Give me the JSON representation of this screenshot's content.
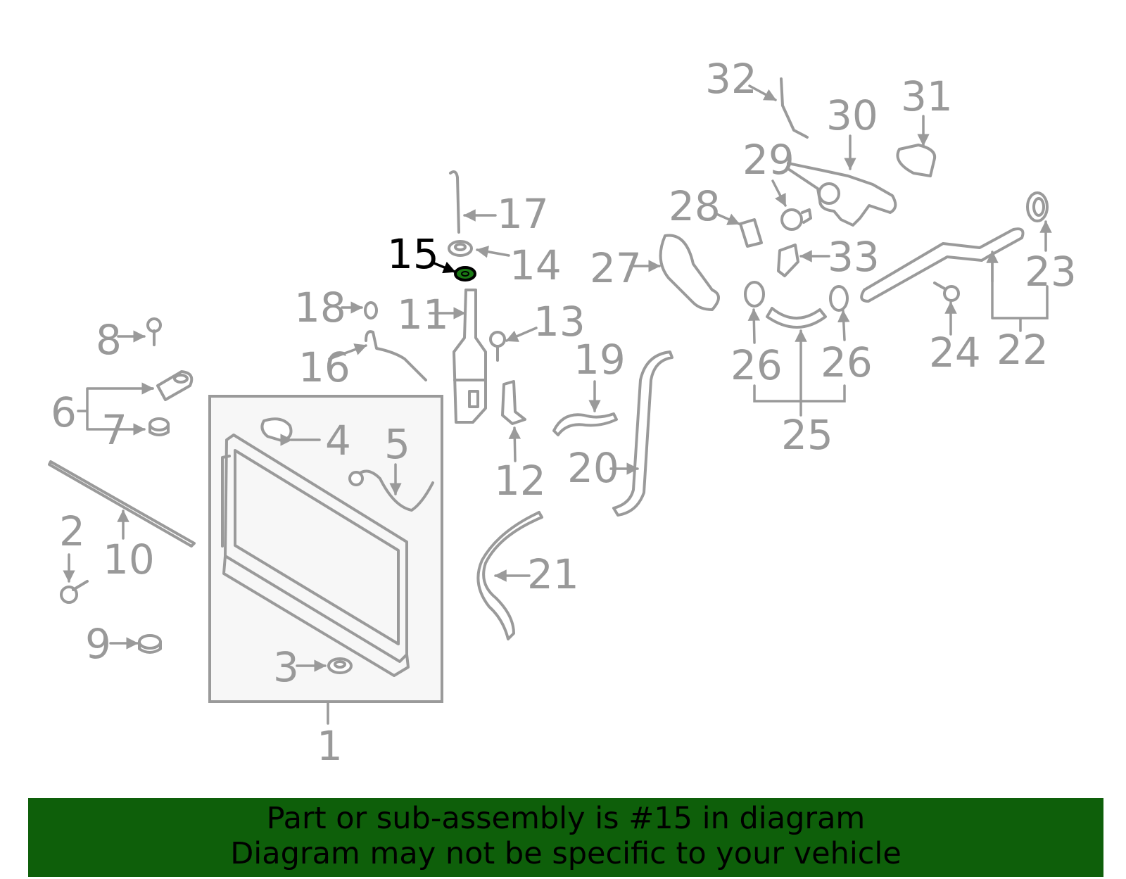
{
  "highlight_part": "15",
  "colors": {
    "part_line": "#9a9a9a",
    "highlight_fill": "#1a7a14",
    "banner_bg": "#0e5f0a",
    "callout_text": "#999999",
    "highlight_text": "#000000"
  },
  "callouts": {
    "c1": "1",
    "c2": "2",
    "c3": "3",
    "c4": "4",
    "c5": "5",
    "c6": "6",
    "c7": "7",
    "c8": "8",
    "c9": "9",
    "c10": "10",
    "c11": "11",
    "c12": "12",
    "c13": "13",
    "c14": "14",
    "c15": "15",
    "c16": "16",
    "c17": "17",
    "c18": "18",
    "c19": "19",
    "c20": "20",
    "c21": "21",
    "c22": "22",
    "c23": "23",
    "c24": "24",
    "c25": "25",
    "c26a": "26",
    "c26b": "26",
    "c27": "27",
    "c28": "28",
    "c29": "29",
    "c30": "30",
    "c31": "31",
    "c32": "32",
    "c33": "33"
  },
  "banner": {
    "line1": "Part or sub-assembly is #15 in diagram",
    "line2": "Diagram may not be specific to your vehicle"
  }
}
